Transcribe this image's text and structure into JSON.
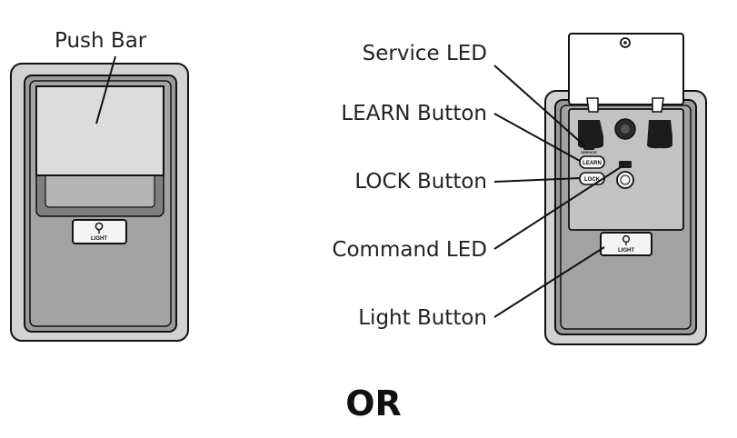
{
  "left_panel": {
    "callout_push_bar": "Push Bar",
    "light_button_label": "LIGHT"
  },
  "right_panel": {
    "callout_service_led": "Service LED",
    "callout_learn_button": "LEARN Button",
    "callout_lock_button": "LOCK Button",
    "callout_command_led": "Command LED",
    "callout_light_button": "Light Button",
    "learn_button_label": "LEARN",
    "lock_button_label": "LOCK",
    "light_button_label": "LIGHT",
    "service_led_label": "SERVICE"
  },
  "separator_text": "OR",
  "colors": {
    "outer_body": "#d2d2d2",
    "inner_body": "#9a9a9a",
    "push_bar": "#dcdcdc",
    "lower_recess": "#b5b5b5",
    "outline": "#111111"
  }
}
